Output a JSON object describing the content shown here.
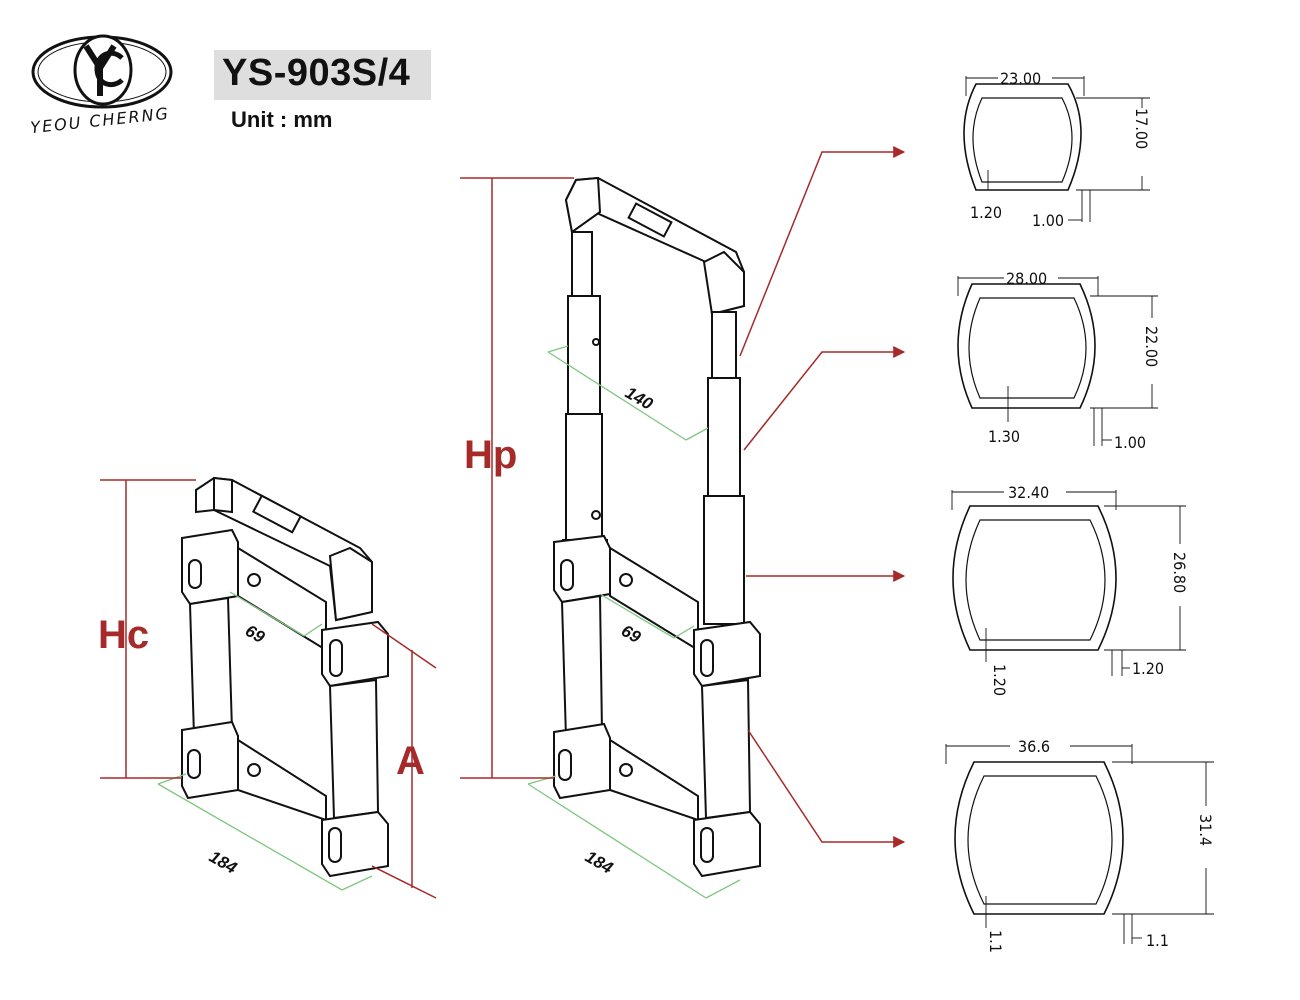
{
  "brand": {
    "name": "YEOU CHERNG",
    "monogram": "YC"
  },
  "header": {
    "model": "YS-903S/4",
    "unit": "Unit : mm"
  },
  "colors": {
    "accent": "#a62a2a",
    "green": "#7fc67f",
    "line": "#111111",
    "title_bg": "#dedede"
  },
  "labels": {
    "hc": "Hc",
    "hp": "Hp",
    "a": "A"
  },
  "collapsed_handle": {
    "width_label": "184",
    "depth_label": "69"
  },
  "extended_handle": {
    "width_label": "184",
    "depth_label": "69",
    "tube_spacing_label": "140"
  },
  "profiles": [
    {
      "width": "23.00",
      "height": "17.00",
      "wall_inner": "1.20",
      "wall_outer": "1.00"
    },
    {
      "width": "28.00",
      "height": "22.00",
      "wall_inner": "1.30",
      "wall_outer": "1.00"
    },
    {
      "width": "32.40",
      "height": "26.80",
      "wall_inner": "1.20",
      "wall_outer": "1.20"
    },
    {
      "width": "36.6",
      "height": "31.4",
      "wall_inner": "1.1",
      "wall_outer": "1.1"
    }
  ]
}
